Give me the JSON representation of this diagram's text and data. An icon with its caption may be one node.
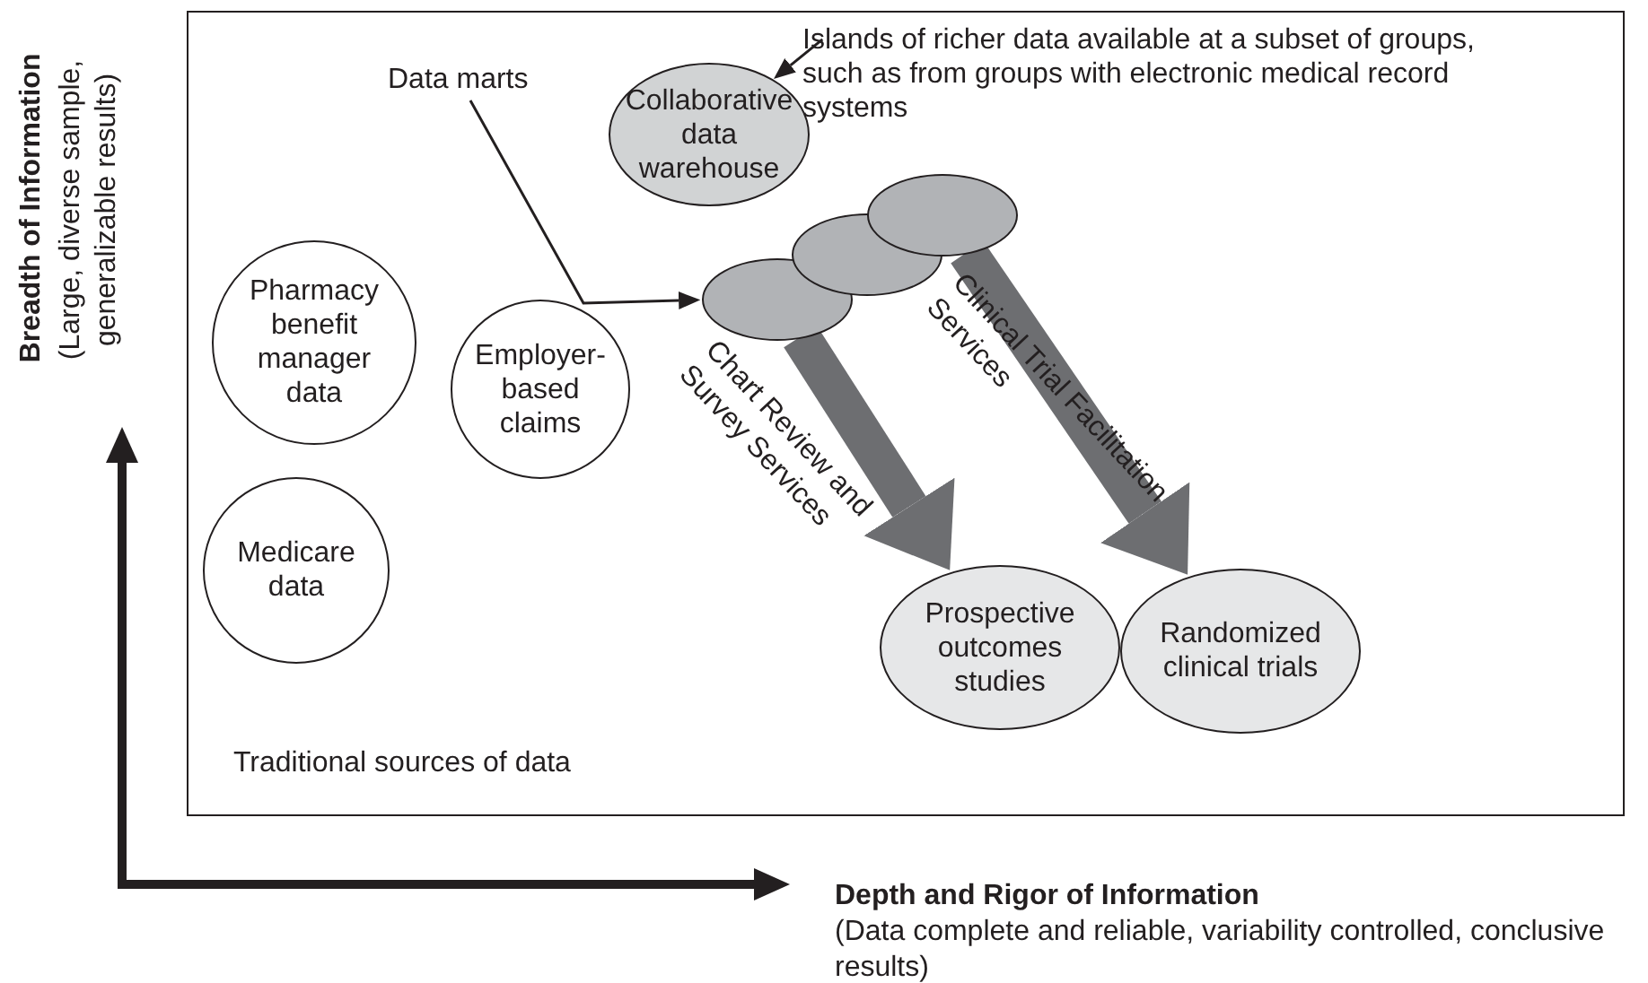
{
  "diagram": {
    "nodes": [
      {
        "text": [],
        "shape": "box"
      },
      {
        "text": [
          "Collaborative data warehouse"
        ],
        "in": 0
      },
      {
        "text": [
          "Islands of richer data available at a subset of groups, such as from groups with electronic medical record systems"
        ],
        "in": 0
      },
      {
        "text": [
          "Data marts"
        ],
        "in": 0
      },
      {
        "text": [],
        "shape": "ellipse",
        "in": 0
      },
      {
        "text": [],
        "shape": "ellipse",
        "in": 0
      },
      {
        "text": [],
        "shape": "ellipse",
        "in": 0
      },
      {
        "text": [
          "Pharmacy benefit manager data"
        ],
        "in": 0
      },
      {
        "text": [
          "Employer-based claims"
        ],
        "in": 0
      },
      {
        "text": [
          "Medicare data"
        ],
        "in": 0
      },
      {
        "text": [
          "Prospective outcomes studies"
        ],
        "in": 0
      },
      {
        "text": [
          "Randomized clinical trials"
        ],
        "in": 0
      }
    ],
    "edges": [
      {
        "from": 2,
        "to": 1,
        "arrow": "to"
      },
      {
        "from": 3,
        "to": 4,
        "arrow": "to"
      },
      {
        "from": 4,
        "to": 10,
        "arrow": "to",
        "label": "Chart Review and Survey Services",
        "style": "thick",
        "color": "#6d6e71"
      },
      {
        "from": 6,
        "to": 11,
        "arrow": "to",
        "label": "Clinical Trial Facilitation Services",
        "style": "thick",
        "color": "#6d6e71"
      }
    ],
    "labels": [
      "Traditional sources of data",
      "Breadth of Information",
      "(Large, diverse sample, generalizable results)",
      "Depth and Rigor of Information",
      "(Data complete and reliable, variability controlled, conclusive results)"
    ]
  }
}
